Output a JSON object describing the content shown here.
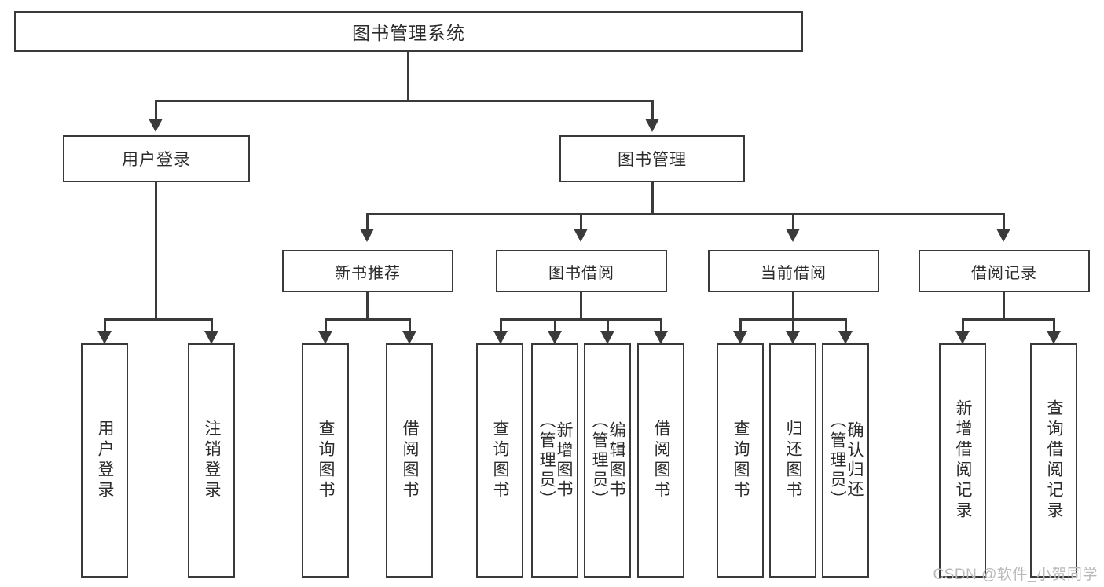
{
  "diagram": {
    "title": "图书管理系统",
    "root": {
      "label": "图书管理系统"
    },
    "level1": [
      {
        "label": "用户登录"
      },
      {
        "label": "图书管理"
      }
    ],
    "level2": [
      {
        "label": "新书推荐"
      },
      {
        "label": "图书借阅"
      },
      {
        "label": "当前借阅"
      },
      {
        "label": "借阅记录"
      }
    ],
    "leaves": {
      "user_login": [
        {
          "label": "用户登录"
        },
        {
          "label": "注销登录"
        }
      ],
      "new_book_recommend": [
        {
          "label": "查询图书"
        },
        {
          "label": "借阅图书"
        }
      ],
      "book_borrow": [
        {
          "label": "查询图书"
        },
        {
          "label": "新增图书\n（管理员）"
        },
        {
          "label": "编辑图书\n（管理员）"
        },
        {
          "label": "借阅图书"
        }
      ],
      "current_borrow": [
        {
          "label": "查询图书"
        },
        {
          "label": "归还图书"
        },
        {
          "label": "确认归还\n（管理员）"
        }
      ],
      "borrow_record": [
        {
          "label": "新增借阅记录"
        },
        {
          "label": "查询借阅记录"
        }
      ]
    }
  },
  "watermark": {
    "text": "CSDN @软件_小贺同学"
  },
  "colors": {
    "stroke": "#3a3a3a",
    "background": "#ffffff",
    "text": "#2b2b2b",
    "watermark": "#b9b9b9"
  }
}
